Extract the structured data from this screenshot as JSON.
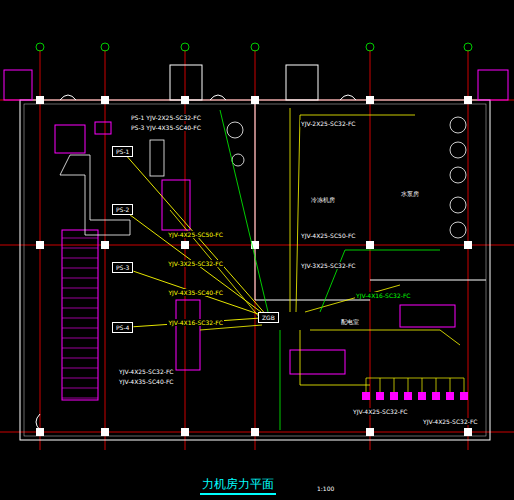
{
  "diagram": {
    "title": "力机房力平面",
    "nodes": [
      {
        "text": [
          "ZGB"
        ]
      },
      {
        "text": [
          "PS-1"
        ]
      },
      {
        "text": [
          "PS-2"
        ]
      },
      {
        "text": [
          "PS-3"
        ]
      },
      {
        "text": [
          "PS-4"
        ]
      }
    ],
    "edges": [
      {
        "from": 0,
        "to": 1,
        "arrow": "none",
        "label": "YJV-4X25-SC50-FC"
      },
      {
        "from": 0,
        "to": 2,
        "arrow": "none",
        "label": "YJV-3X25-SC32-FC"
      },
      {
        "from": 0,
        "to": 3,
        "arrow": "none",
        "label": "YJV-4X35-SC40-FC"
      },
      {
        "from": 0,
        "to": 4,
        "arrow": "none",
        "label": "YJV-4X16-SC32-FC"
      }
    ],
    "labels": [
      "PS-1 YJV-2X25-SC32-FC",
      "PS-3 YJV-4X35-SC40-FC",
      "YJV-2X25-SC32-FC",
      "YJV-4X25-SC50-FC",
      "YJV-3X25-SC32-FC",
      "YJV-4X16-SC32-FC",
      "YJV-4X25-SC32-FC",
      "YJV-4X35-SC40-FC",
      "YJV-4X25-SC32-FC",
      "YJV-4X25-SC32-FC",
      "配电室",
      "冷冻机房",
      "水泵房",
      "1:100"
    ]
  }
}
